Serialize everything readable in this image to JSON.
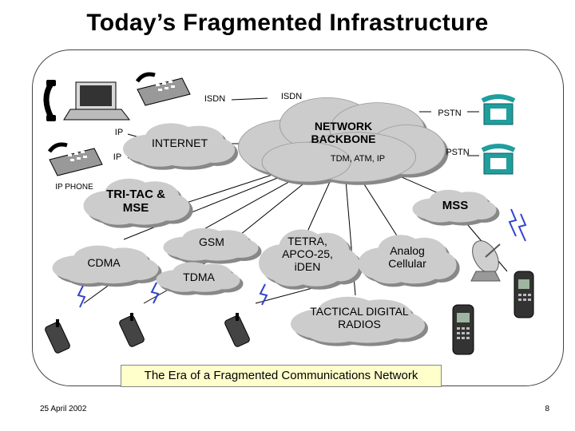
{
  "title": "Today’s Fragmented Infrastructure",
  "nodes": {
    "network_backbone": "NETWORK\nBACKBONE",
    "backbone_protocols": "TDM, ATM, IP",
    "internet": "INTERNET",
    "tritac": "TRI-TAC &\nMSE",
    "mss": "MSS",
    "gsm": "GSM",
    "cdma": "CDMA",
    "tdma": "TDMA",
    "tetra": "TETRA,\nAPCO-25,\niDEN",
    "analog": "Analog\nCellular",
    "tactical": "TACTICAL DIGITAL\nRADIOS"
  },
  "links": {
    "isdn_left": "ISDN",
    "isdn_right": "ISDN",
    "pstn_top": "PSTN",
    "pstn_bottom": "PSTN",
    "ip_top": "IP",
    "ip_bottom": "IP",
    "ip_phone": "IP PHONE"
  },
  "caption": "The Era of  a Fragmented Communications Network",
  "footer": {
    "date": "25 April 2002",
    "page": "8"
  },
  "colors": {
    "cloud_fill": "#cccccc",
    "cloud_shadow": "#888888",
    "caption_bg": "#ffffcc",
    "phone_teal": "#1f9e9e",
    "lightning": "#3344cc"
  }
}
